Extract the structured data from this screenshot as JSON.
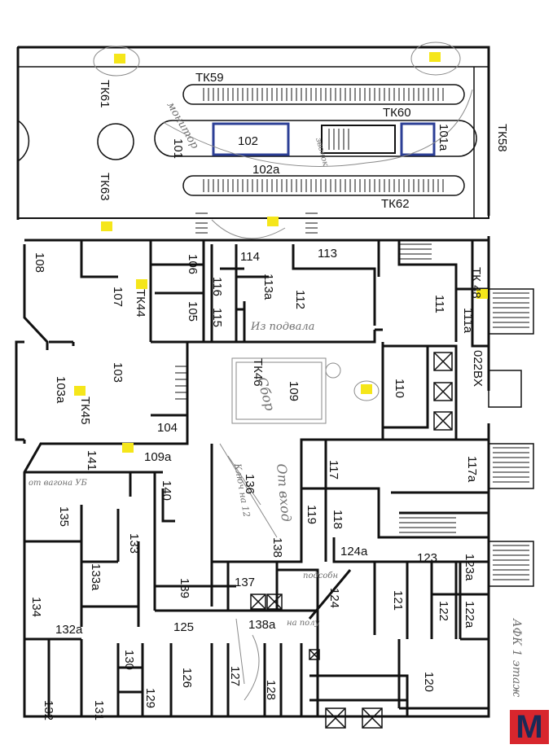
{
  "plan": {
    "rooms": [
      {
        "id": "r101",
        "label": "101"
      },
      {
        "id": "r101a",
        "label": "101a"
      },
      {
        "id": "r102",
        "label": "102"
      },
      {
        "id": "r102a",
        "label": "102a"
      },
      {
        "id": "r103",
        "label": "103"
      },
      {
        "id": "r103a",
        "label": "103a"
      },
      {
        "id": "r104",
        "label": "104"
      },
      {
        "id": "r105",
        "label": "105"
      },
      {
        "id": "r106",
        "label": "106"
      },
      {
        "id": "r107",
        "label": "107"
      },
      {
        "id": "r108",
        "label": "108"
      },
      {
        "id": "r109",
        "label": "109"
      },
      {
        "id": "r109a",
        "label": "109a"
      },
      {
        "id": "r110",
        "label": "110"
      },
      {
        "id": "r111",
        "label": "111"
      },
      {
        "id": "r111a",
        "label": "111a"
      },
      {
        "id": "r112",
        "label": "112"
      },
      {
        "id": "r113",
        "label": "113"
      },
      {
        "id": "r113a",
        "label": "113a"
      },
      {
        "id": "r114",
        "label": "114"
      },
      {
        "id": "r115",
        "label": "115"
      },
      {
        "id": "r116",
        "label": "116"
      },
      {
        "id": "r117",
        "label": "117"
      },
      {
        "id": "r117a",
        "label": "117a"
      },
      {
        "id": "r118",
        "label": "118"
      },
      {
        "id": "r119",
        "label": "119"
      },
      {
        "id": "r120",
        "label": "120"
      },
      {
        "id": "r121",
        "label": "121"
      },
      {
        "id": "r122",
        "label": "122"
      },
      {
        "id": "r122a",
        "label": "122a"
      },
      {
        "id": "r123",
        "label": "123"
      },
      {
        "id": "r123a",
        "label": "123a"
      },
      {
        "id": "r124",
        "label": "124"
      },
      {
        "id": "r124a",
        "label": "124a"
      },
      {
        "id": "r125",
        "label": "125"
      },
      {
        "id": "r126",
        "label": "126"
      },
      {
        "id": "r127",
        "label": "127"
      },
      {
        "id": "r128",
        "label": "128"
      },
      {
        "id": "r129",
        "label": "129"
      },
      {
        "id": "r130",
        "label": "130"
      },
      {
        "id": "r131",
        "label": "131"
      },
      {
        "id": "r132",
        "label": "132"
      },
      {
        "id": "r132a",
        "label": "132a"
      },
      {
        "id": "r133",
        "label": "133"
      },
      {
        "id": "r133a",
        "label": "133a"
      },
      {
        "id": "r134",
        "label": "134"
      },
      {
        "id": "r135",
        "label": "135"
      },
      {
        "id": "r136",
        "label": "136"
      },
      {
        "id": "r137",
        "label": "137"
      },
      {
        "id": "r138",
        "label": "138"
      },
      {
        "id": "r138a",
        "label": "138a"
      },
      {
        "id": "r139",
        "label": "139"
      },
      {
        "id": "r140",
        "label": "140"
      },
      {
        "id": "r141",
        "label": "141"
      },
      {
        "id": "r022bx",
        "label": "022BX"
      }
    ],
    "points": [
      {
        "id": "tk44",
        "label": "ТК44"
      },
      {
        "id": "tk45",
        "label": "ТК45"
      },
      {
        "id": "tk46",
        "label": "ТК46"
      },
      {
        "id": "tk48",
        "label": "ТК 48"
      },
      {
        "id": "tk58",
        "label": "ТК58"
      },
      {
        "id": "tk59",
        "label": "ТК59"
      },
      {
        "id": "tk60",
        "label": "ТК60"
      },
      {
        "id": "tk61",
        "label": "ТК61"
      },
      {
        "id": "tk62",
        "label": "ТК62"
      },
      {
        "id": "tk63",
        "label": "ТК63"
      }
    ],
    "notes": [
      {
        "id": "n-monitor",
        "label": "монитор"
      },
      {
        "id": "n-zvonok",
        "label": "звонок"
      },
      {
        "id": "n-istochnik",
        "label": "Из подвала"
      },
      {
        "id": "n-sbor",
        "label": "Сбор"
      },
      {
        "id": "n-ot-vhod",
        "label": "От вход"
      },
      {
        "id": "n-mech",
        "label": "Ключ на 12"
      },
      {
        "id": "n-podsobka",
        "label": "подсобн"
      },
      {
        "id": "n-na-polu",
        "label": "на полу"
      },
      {
        "id": "n-perehod",
        "label": "от вагона УБ"
      },
      {
        "id": "n-afk",
        "label": "АФК 1 этаж"
      }
    ],
    "colors": {
      "line": "#111111",
      "marker": "#f5e61a",
      "pencil": "#8a8a8a",
      "highlight": "#2c3f96"
    }
  },
  "logo": {
    "letter": "M",
    "color": "#d8262d"
  }
}
